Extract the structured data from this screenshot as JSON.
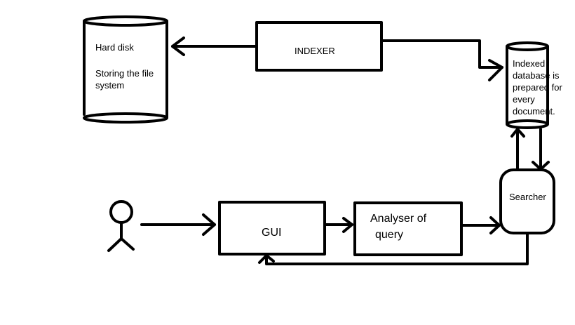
{
  "hard_disk": {
    "title": "Hard disk",
    "desc_line1": "Storing the file",
    "desc_line2": "system"
  },
  "indexer": {
    "label": "INDEXER"
  },
  "indexed_db": {
    "line1": "Indexed",
    "line2": "database is",
    "line3": "prepared for",
    "line4": "every",
    "line5": "document."
  },
  "searcher": {
    "label": "Searcher"
  },
  "gui": {
    "label": "GUI"
  },
  "analyser": {
    "line1": "Analyser of",
    "line2": "query"
  },
  "user": {
    "icon": "stick-figure-user-icon"
  }
}
